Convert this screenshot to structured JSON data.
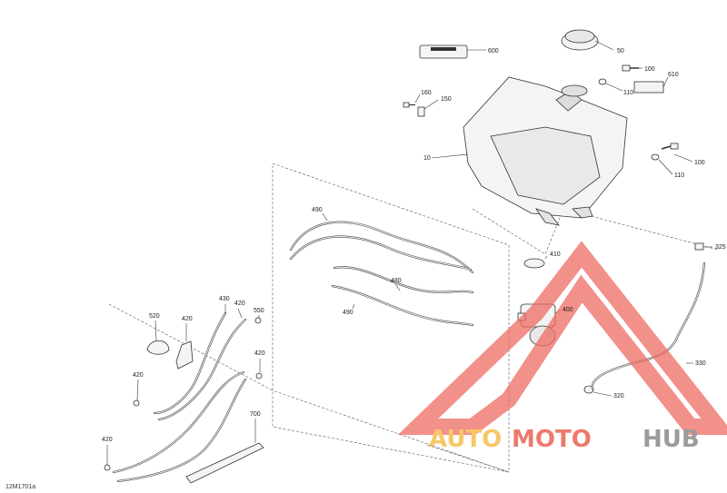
{
  "diagram_code": "12M1701a",
  "callouts": [
    "600",
    "50",
    "100",
    "610",
    "110",
    "160",
    "150",
    "10",
    "100",
    "110",
    "490",
    "410",
    "325",
    "480",
    "400",
    "490",
    "430",
    "420",
    "550",
    "520",
    "420",
    "420",
    "330",
    "320",
    "700",
    "420"
  ],
  "watermark": {
    "word_orange": "AUTO",
    "word_red": "MOTO",
    "word_gray": "HUB",
    "colors": {
      "orange": "#f5b335",
      "red": "#e84e3c",
      "gray": "#7a7a7a",
      "triangle": "#ee6b63"
    }
  }
}
